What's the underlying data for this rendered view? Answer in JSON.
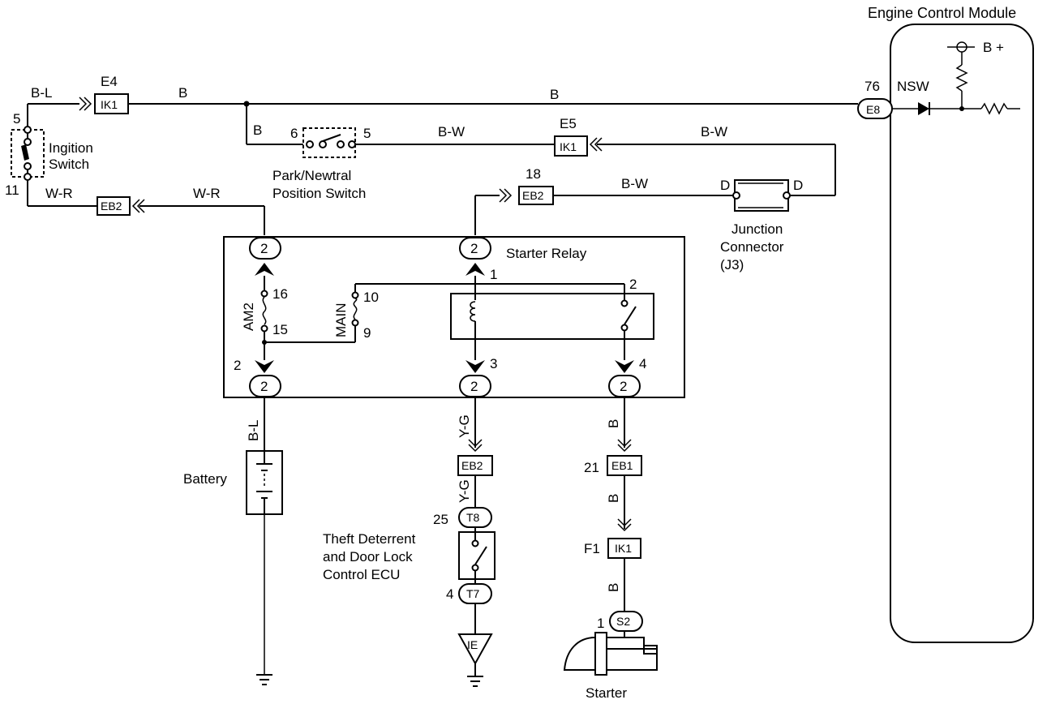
{
  "components": {
    "ecm": "Engine Control Module",
    "ignition_switch": [
      "Ingition",
      "Switch"
    ],
    "park_neutral_switch": [
      "Park/Newtral",
      "Position Switch"
    ],
    "junction_connector": [
      "Junction",
      "Connector",
      "(J3)"
    ],
    "starter_relay": "Starter Relay",
    "battery": "Battery",
    "theft_ecu": [
      "Theft Deterrent",
      "and Door Lock",
      "Control ECU"
    ],
    "starter": "Starter"
  },
  "wire_colors": {
    "ign_out": "B-L",
    "e4_to_ecm": "B",
    "ecm_wire": "B",
    "branch": "B",
    "pnp_to_e5": "B-W",
    "j3_loop": "B-W",
    "eb2_to_j3": "B-W",
    "ign_return": "W-R",
    "relay_to_eb2": "W-R",
    "battery": "B-L",
    "relay_to_ecu": "Y-G",
    "eb2_to_t8": "Y-G",
    "relay_to_eb1": "B",
    "eb1_to_f1": "B",
    "f1_to_starter": "B"
  },
  "connectors": {
    "e4": "IK1",
    "e5": "IK1",
    "eb2_left": "EB2",
    "eb2_top": "EB2",
    "eb2_mid": "EB2",
    "eb1": "EB1",
    "f1": "IK1",
    "ecm_pin": "E8",
    "t8": "T8",
    "t7": "T7",
    "ie": "IE",
    "s2": "S2",
    "relay_p1": "2",
    "relay_p2": "2",
    "relay_p3": "2",
    "relay_p4": "2",
    "relay_p5": "2"
  },
  "pins": {
    "ign_5": "5",
    "ign_11": "11",
    "e4": "E4",
    "e5": "E5",
    "eb2_18": "18",
    "pnp_6": "6",
    "pnp_5": "5",
    "j3_d_left": "D",
    "j3_d_right": "D",
    "ecm_76": "76",
    "am2_16": "16",
    "am2_15": "15",
    "main_10": "10",
    "main_9": "9",
    "relay_1": "1",
    "relay_2": "2",
    "relay_3": "3",
    "relay_4": "4",
    "relay_left_2": "2",
    "eb1_21": "21",
    "f1": "F1",
    "t8_25": "25",
    "t7_4": "4",
    "s2_1": "1"
  },
  "ecm_labels": {
    "bplus": "B +",
    "nsw": "NSW"
  },
  "fuses": {
    "am2": "AM2",
    "main": "MAIN"
  }
}
